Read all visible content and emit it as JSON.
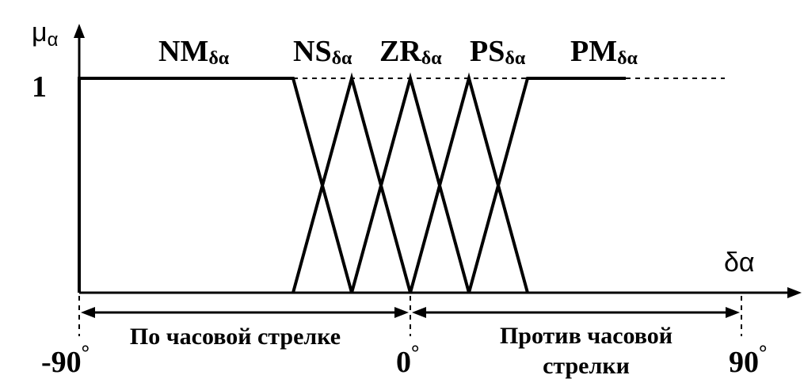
{
  "y_axis_label": {
    "main": "μ",
    "sub": "α"
  },
  "x_axis_label": "δα",
  "y_one_label": "1",
  "sets": [
    {
      "main": "NM",
      "sub": "δα"
    },
    {
      "main": "NS",
      "sub": "δα"
    },
    {
      "main": "ZR",
      "sub": "δα"
    },
    {
      "main": "PS",
      "sub": "δα"
    },
    {
      "main": "PM",
      "sub": "δα"
    }
  ],
  "ticks": {
    "left": {
      "value": "-90",
      "unit": "°"
    },
    "center": {
      "value": "0",
      "unit": "°"
    },
    "right": {
      "value": "90",
      "unit": "°"
    }
  },
  "ranges": {
    "left": "По часовой стрелке",
    "right_line1": "Против часовой",
    "right_line2": "стрелки"
  }
}
